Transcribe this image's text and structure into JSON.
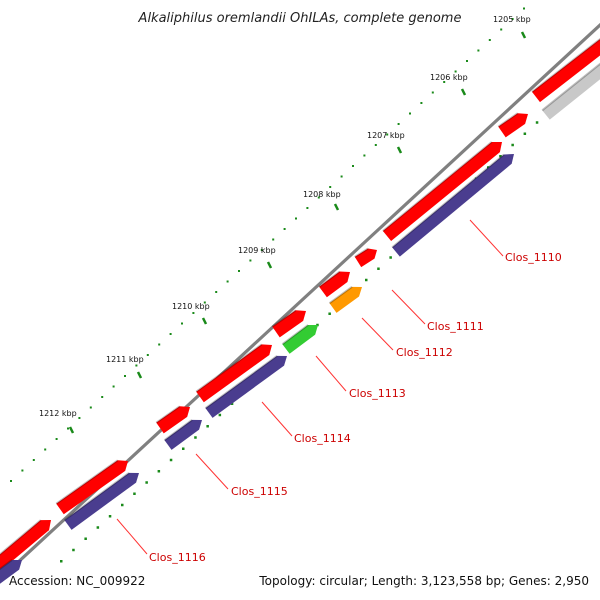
{
  "header": {
    "title": "Alkaliphilus oremlandii OhILAs, complete genome"
  },
  "footer": {
    "accession": "Accession: NC_009922",
    "summary": "Topology: circular; Length: 3,123,558 bp; Genes: 2,950"
  },
  "kbp_labels": [
    "1205 kbp",
    "1206 kbp",
    "1207 kbp",
    "1208 kbp",
    "1209 kbp",
    "1210 kbp",
    "1211 kbp",
    "1212 kbp"
  ],
  "gene_labels": [
    "Clos_1110",
    "Clos_1111",
    "Clos_1112",
    "Clos_1113",
    "Clos_1114",
    "Clos_1115",
    "Clos_1116"
  ],
  "colors": {
    "gene": "#ff0000",
    "cds": "#4a3d8f",
    "rna_green": "#33cc33",
    "rna_orange": "#ff9900",
    "other": "#c8c8c8",
    "backbone": "#808080",
    "tick": "#1a8a1a",
    "label": "#cc0000",
    "leader": "#ff3333"
  }
}
